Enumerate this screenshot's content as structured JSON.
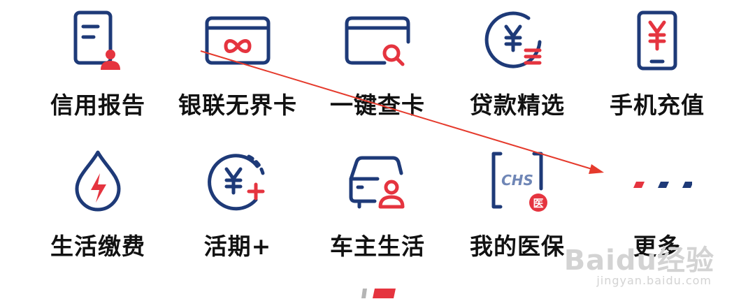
{
  "grid": {
    "items": [
      {
        "label": "信用报告",
        "icon": "credit-report-icon"
      },
      {
        "label": "银联无界卡",
        "icon": "unionpay-card-icon"
      },
      {
        "label": "一键查卡",
        "icon": "card-search-icon"
      },
      {
        "label": "贷款精选",
        "icon": "loan-icon"
      },
      {
        "label": "手机充值",
        "icon": "phone-recharge-icon"
      },
      {
        "label": "生活缴费",
        "icon": "utility-payment-icon"
      },
      {
        "label": "活期+",
        "icon": "current-deposit-icon"
      },
      {
        "label": "车主生活",
        "icon": "car-owner-icon"
      },
      {
        "label": "我的医保",
        "icon": "medical-insurance-icon",
        "icon_text": "CHS",
        "badge": "医"
      },
      {
        "label": "更多",
        "icon": "more-icon"
      }
    ]
  },
  "watermark": {
    "main": "Baidu经验",
    "sub": "jingyan.baidu.com"
  },
  "colors": {
    "navy": "#1e3a78",
    "red": "#e5343f",
    "text": "#111111"
  }
}
